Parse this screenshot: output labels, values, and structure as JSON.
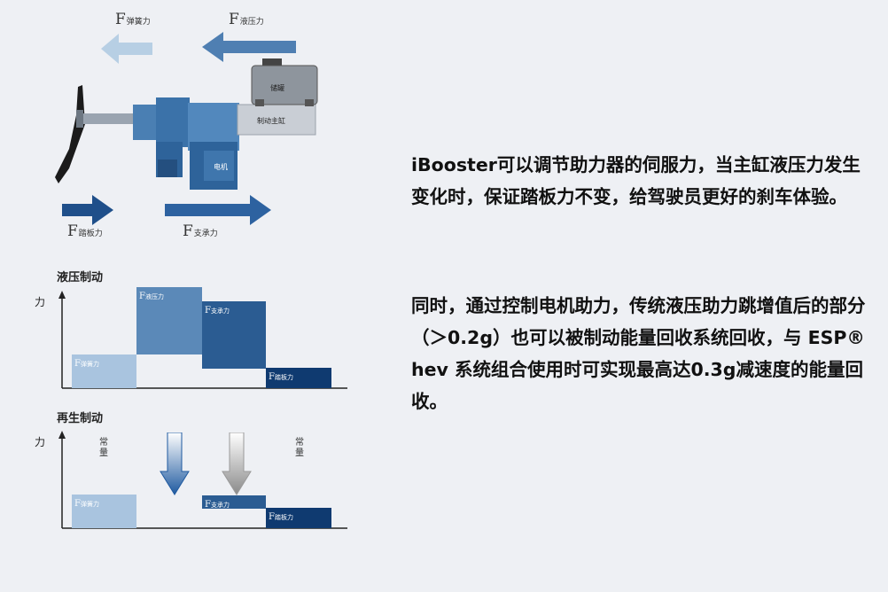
{
  "top_diagram": {
    "labels": {
      "f_pedal_spring": {
        "main": "F",
        "sub": "弹簧力"
      },
      "f_hydraulic": {
        "main": "F",
        "sub": "液压力"
      },
      "f_pedal": {
        "main": "F",
        "sub": "踏板力"
      },
      "f_support": {
        "main": "F",
        "sub": "支承力"
      }
    },
    "reservoir_label": "储罐",
    "master_cylinder_label": "制动主缸",
    "motor_label": "电机"
  },
  "chart_hydraulic": {
    "title": "液压制动",
    "ylabel": "力",
    "bars": [
      {
        "main": "F",
        "sub": "弹簧力",
        "value": 1,
        "color": "#a9c4df"
      },
      {
        "main": "F",
        "sub": "液压力",
        "value": 2,
        "color": "#5b89b8"
      },
      {
        "main": "F",
        "sub": "支承力",
        "value": 2,
        "color": "#2b5c92"
      },
      {
        "main": "F",
        "sub": "踏板力",
        "value": 0.6,
        "color": "#0f3a70"
      }
    ]
  },
  "chart_regen": {
    "title": "再生制动",
    "ylabel": "力",
    "markers": [
      "常量",
      "常量"
    ],
    "bars": [
      {
        "main": "F",
        "sub": "弹簧力",
        "value": 1,
        "color": "#a9c4df"
      },
      {
        "main": "F",
        "sub": "支承力",
        "value": 0.4,
        "color": "#2b5c92"
      },
      {
        "main": "F",
        "sub": "踏板力",
        "value": 0.6,
        "color": "#0f3a70"
      }
    ],
    "arrow_colors": [
      "#1f5aa0",
      "#9a9a9a"
    ]
  },
  "description": {
    "para1": "iBooster可以调节助力器的伺服力，当主缸液压力发生变化时，保证踏板力不变，给驾驶员更好的刹车体验。",
    "para2": "同时，通过控制电机助力，传统液压助力跳增值后的部分（＞0.2g）也可以被制动能量回收系统回收，与 ESP® hev 系统组合使用时可实现最高达0.3g减速度的能量回收。"
  }
}
